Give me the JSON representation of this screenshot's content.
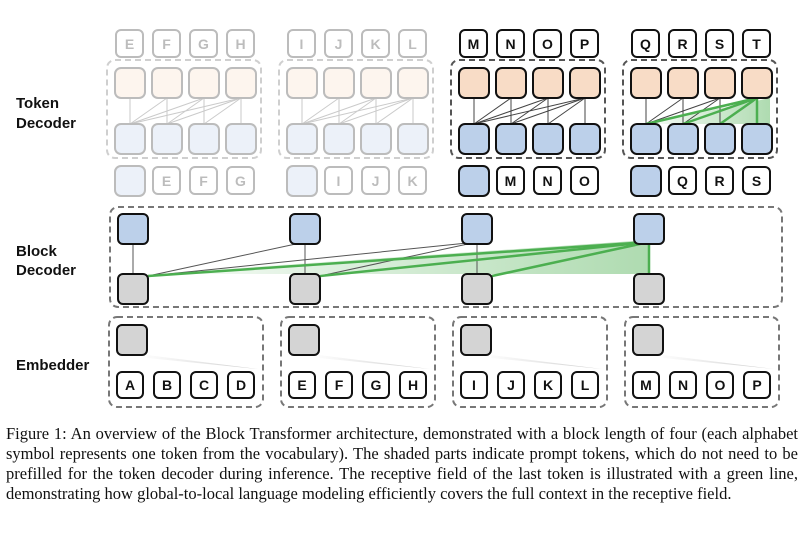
{
  "labels": {
    "token_decoder": [
      "Token",
      "Decoder"
    ],
    "block_decoder": [
      "Block",
      "Decoder"
    ],
    "embedder": "Embedder"
  },
  "blocks": [
    {
      "faded": true,
      "outputs": [
        "E",
        "F",
        "G",
        "H"
      ],
      "inputs": [
        "E",
        "F",
        "G"
      ],
      "embed": [
        "A",
        "B",
        "C",
        "D"
      ]
    },
    {
      "faded": true,
      "outputs": [
        "I",
        "J",
        "K",
        "L"
      ],
      "inputs": [
        "I",
        "J",
        "K"
      ],
      "embed": [
        "E",
        "F",
        "G",
        "H"
      ]
    },
    {
      "faded": false,
      "outputs": [
        "M",
        "N",
        "O",
        "P"
      ],
      "inputs": [
        "M",
        "N",
        "O"
      ],
      "embed": [
        "I",
        "J",
        "K",
        "L"
      ]
    },
    {
      "faded": false,
      "outputs": [
        "Q",
        "R",
        "S",
        "T"
      ],
      "inputs": [
        "Q",
        "R",
        "S"
      ],
      "embed": [
        "M",
        "N",
        "O",
        "P"
      ]
    }
  ],
  "caption": "Figure 1: An overview of the Block Transformer architecture, demonstrated with a block length of four (each alphabet symbol represents one token from the vocabulary). The shaded parts indicate prompt tokens, which do not need to be prefilled for the token decoder during inference. The receptive field of the last token is illustrated with a green line, demonstrating how global-to-local language modeling efficiently covers the full context in the receptive field.",
  "colors": {
    "orange_fill": "#f8dcc6",
    "blue_fill": "#bcd0ea",
    "gray_fill": "#d4d4d4",
    "green": "#4caf50"
  }
}
